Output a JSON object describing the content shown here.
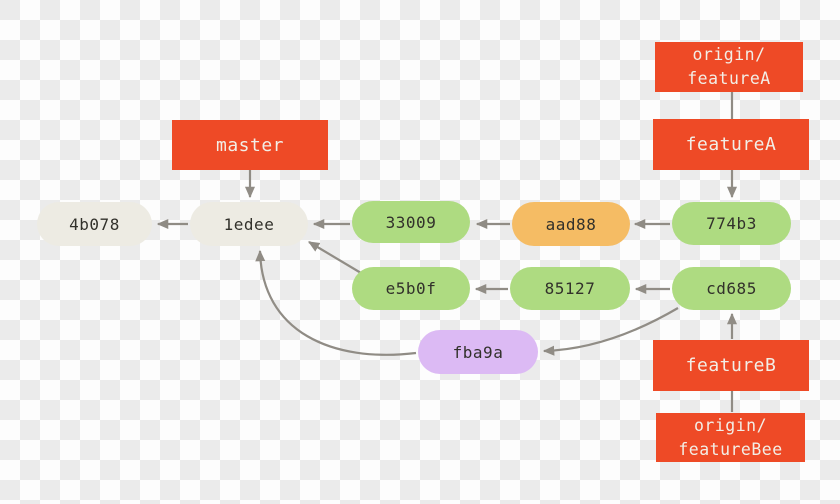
{
  "diagram": {
    "type": "git-commit-graph",
    "background": "transparency-checkerboard"
  },
  "colors": {
    "branch_label_bg": "#ee4a26",
    "branch_label_text": "#f2eee6",
    "commit_default_bg": "#edebe3",
    "commit_green_bg": "#aedb81",
    "commit_orange_bg": "#f5bc64",
    "commit_purple_bg": "#dcbaf4",
    "commit_text": "#32312b",
    "arrow": "#908c85",
    "checker_light": "#fdfdfd",
    "checker_dark": "#ebebeb"
  },
  "branch_labels": [
    {
      "id": "origin-featureA",
      "text": "origin/\nfeatureA"
    },
    {
      "id": "featureA",
      "text": "featureA"
    },
    {
      "id": "master",
      "text": "master"
    },
    {
      "id": "featureB",
      "text": "featureB"
    },
    {
      "id": "origin-featureBee",
      "text": "origin/\nfeatureBee"
    }
  ],
  "commits": [
    {
      "id": "4b078",
      "label": "4b078",
      "color": "default"
    },
    {
      "id": "1edee",
      "label": "1edee",
      "color": "default"
    },
    {
      "id": "33009",
      "label": "33009",
      "color": "green"
    },
    {
      "id": "aad88",
      "label": "aad88",
      "color": "orange"
    },
    {
      "id": "774b3",
      "label": "774b3",
      "color": "green"
    },
    {
      "id": "e5b0f",
      "label": "e5b0f",
      "color": "green"
    },
    {
      "id": "85127",
      "label": "85127",
      "color": "green"
    },
    {
      "id": "cd685",
      "label": "cd685",
      "color": "green"
    },
    {
      "id": "fba9a",
      "label": "fba9a",
      "color": "purple"
    }
  ],
  "edges": [
    {
      "from": "master",
      "to": "1edee",
      "arrowhead": true
    },
    {
      "from": "1edee",
      "to": "4b078",
      "arrowhead": true
    },
    {
      "from": "33009",
      "to": "1edee",
      "arrowhead": true
    },
    {
      "from": "aad88",
      "to": "33009",
      "arrowhead": true
    },
    {
      "from": "774b3",
      "to": "aad88",
      "arrowhead": true
    },
    {
      "from": "origin/featureA",
      "to": "featureA",
      "arrowhead": false
    },
    {
      "from": "featureA",
      "to": "774b3",
      "arrowhead": true
    },
    {
      "from": "e5b0f",
      "to": "1edee",
      "arrowhead": true
    },
    {
      "from": "85127",
      "to": "e5b0f",
      "arrowhead": true
    },
    {
      "from": "cd685",
      "to": "85127",
      "arrowhead": true
    },
    {
      "from": "cd685",
      "to": "fba9a",
      "arrowhead": true
    },
    {
      "from": "fba9a",
      "to": "1edee",
      "arrowhead": true
    },
    {
      "from": "featureB",
      "to": "cd685",
      "arrowhead": true
    },
    {
      "from": "origin/featureBee",
      "to": "featureB",
      "arrowhead": false
    }
  ]
}
